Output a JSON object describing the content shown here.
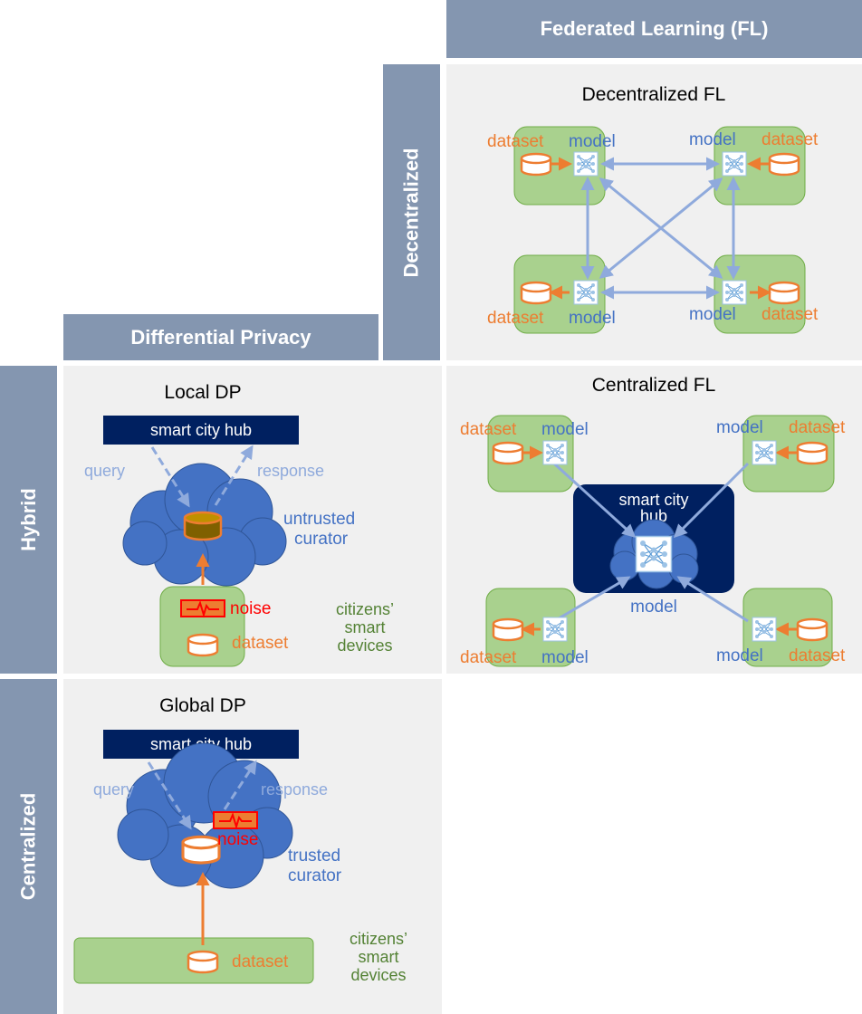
{
  "headers": {
    "federated_learning": "Federated Learning (FL)",
    "differential_privacy": "Differential Privacy",
    "decentralized": "Decentralized",
    "hybrid": "Hybrid",
    "centralized": "Centralized"
  },
  "decentralized_fl": {
    "title": "Decentralized FL",
    "dataset": "dataset",
    "model": "model"
  },
  "centralized_fl": {
    "title": "Centralized FL",
    "hub": "smart city hub",
    "hub_line1": "smart city",
    "hub_line2": "hub",
    "dataset": "dataset",
    "model": "model"
  },
  "local_dp": {
    "title": "Local DP",
    "hub": "smart city hub",
    "query": "query",
    "response": "response",
    "curator_line1": "untrusted",
    "curator_line2": "curator",
    "noise": "noise",
    "dataset": "dataset",
    "devices_line1": "citizens’",
    "devices_line2": "smart",
    "devices_line3": "devices"
  },
  "global_dp": {
    "title": "Global DP",
    "hub": "smart city hub",
    "query": "query",
    "response": "response",
    "curator_line1": "trusted",
    "curator_line2": "curator",
    "noise": "noise",
    "dataset": "dataset",
    "devices_line1": "citizens’",
    "devices_line2": "smart",
    "devices_line3": "devices"
  },
  "colors": {
    "header": "#8496b0",
    "panel": "#f0f0f0",
    "navy": "#002060",
    "cloud": "#4472c4",
    "device_green": "#a9d18e",
    "orange": "#ed7d31",
    "arrow_blue": "#8faadc",
    "noise_red": "#ff0000"
  },
  "icons": [
    "database-icon",
    "neural-network-icon",
    "cloud-icon",
    "noise-signal-icon"
  ]
}
